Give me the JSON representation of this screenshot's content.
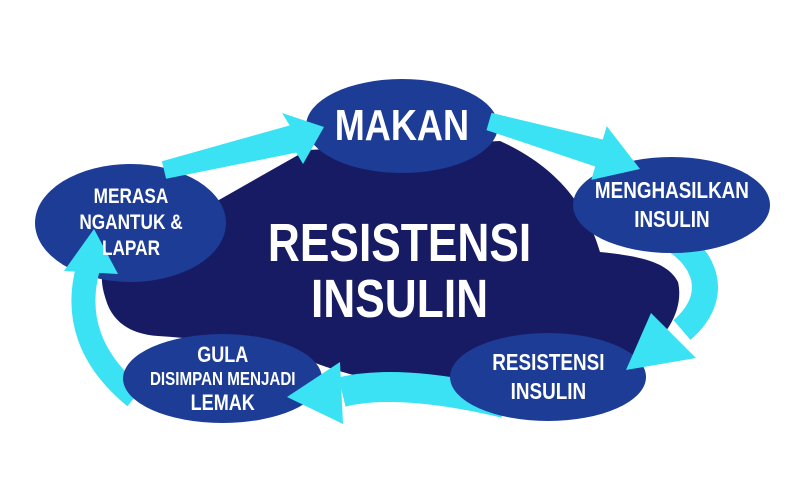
{
  "diagram": {
    "center": {
      "lines": [
        "RESISTENSI",
        "INSULIN"
      ]
    },
    "nodes": {
      "makan": {
        "lines": [
          "MAKAN"
        ]
      },
      "menghasilkan_insulin": {
        "lines": [
          "MENGHASILKAN",
          "INSULIN"
        ]
      },
      "resistensi_insulin": {
        "lines": [
          "RESISTENSI",
          "INSULIN"
        ]
      },
      "gula_disimpan": {
        "lines": [
          "GULA",
          "DISIMPAN MENJADI",
          "LEMAK"
        ]
      },
      "merasa_ngantuk": {
        "lines": [
          "MERASA",
          "NGANTUK &",
          "LAPAR"
        ]
      }
    }
  },
  "colors": {
    "background": "#ffffff",
    "blob": "#171B63",
    "ellipse": "#1C3C96",
    "arrow": "#3BE2F4",
    "text": "#ffffff"
  }
}
